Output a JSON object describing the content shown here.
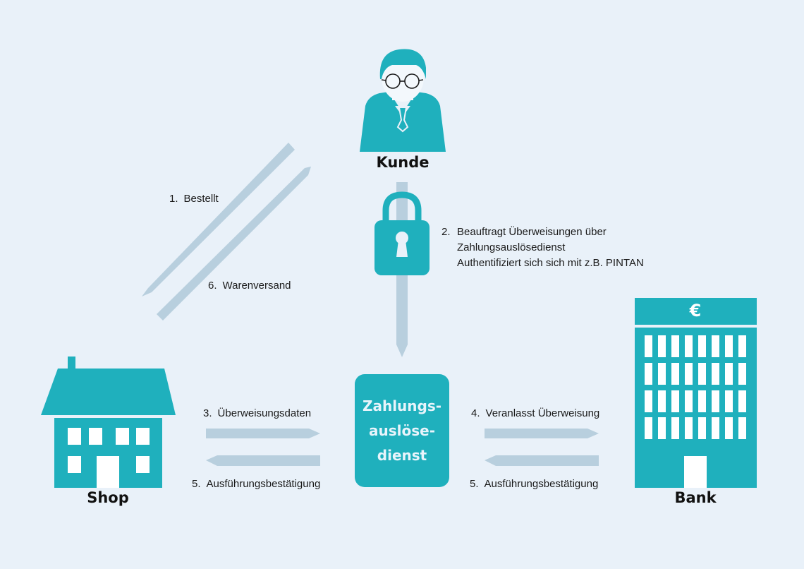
{
  "colors": {
    "background": "#e9f1f9",
    "teal": "#1fb0bd",
    "arrow": "#b8cfde",
    "window": "#ffffff"
  },
  "actors": {
    "customer": "Kunde",
    "shop": "Shop",
    "bank": "Bank",
    "bank_symbol": "€",
    "service_lines": [
      "Zahlungs-",
      "auslöse-",
      "dienst"
    ]
  },
  "steps": {
    "s1": {
      "num": "1.",
      "text": "Bestellt"
    },
    "s6": {
      "num": "6.",
      "text": "Warenversand"
    },
    "s2": {
      "num": "2.",
      "lines": [
        "Beauftragt Überweisungen über",
        "Zahlungsauslösedienst",
        "Authentifiziert sich sich mit z.B. PINTAN"
      ]
    },
    "s3": {
      "num": "3.",
      "text": "Überweisungsdaten"
    },
    "s5_left": {
      "num": "5.",
      "text": "Ausführungsbestätigung"
    },
    "s4": {
      "num": "4.",
      "text": "Veranlasst Überweisung"
    },
    "s5_right": {
      "num": "5.",
      "text": "Ausführungsbestätigung"
    }
  },
  "icons": {
    "customer": "person-icon",
    "shop": "house-icon",
    "bank": "bank-building-icon",
    "lock": "padlock-icon"
  }
}
